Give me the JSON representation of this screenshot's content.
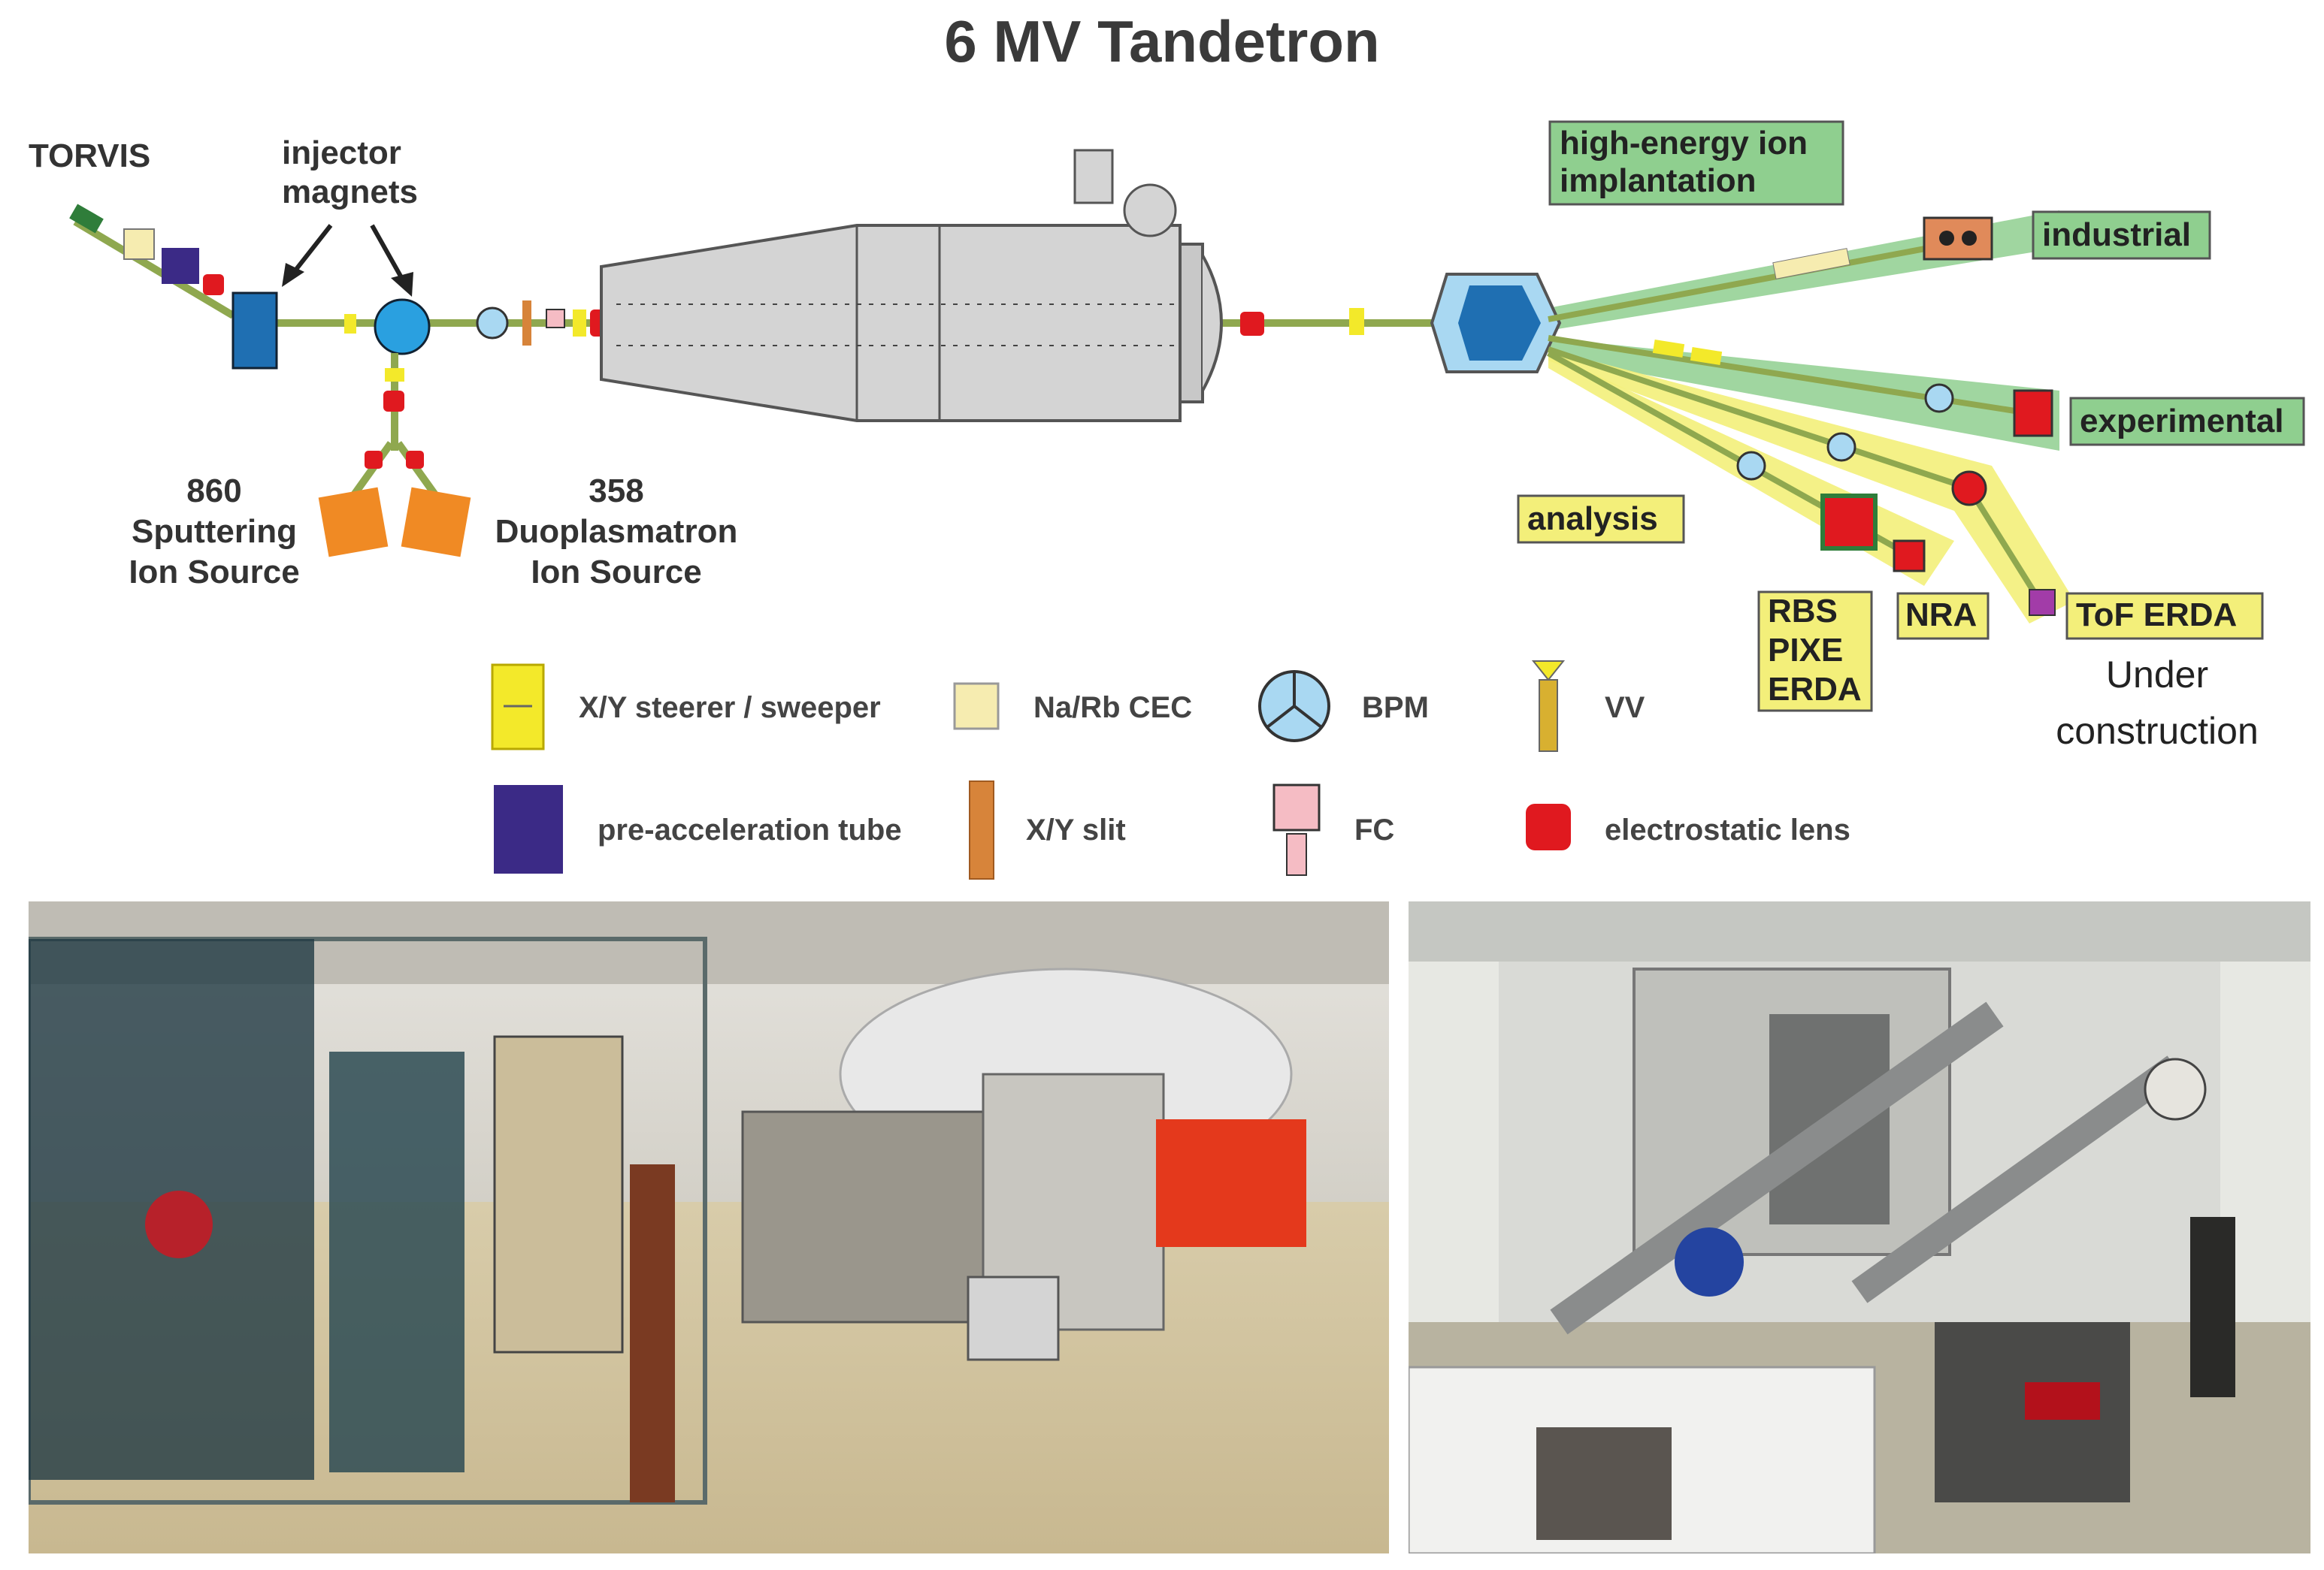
{
  "title": "6 MV Tandetron",
  "labels": {
    "torvis": "TORVIS",
    "injector_1": "injector",
    "injector_2": "magnets",
    "src860_num": "860",
    "src860_1": "Sputtering",
    "src860_2": "Ion Source",
    "src358_num": "358",
    "src358_1": "Duoplasmatron",
    "src358_2": "Ion Source"
  },
  "beamlines": {
    "high_energy_1": "high-energy ion",
    "high_energy_2": "implantation",
    "industrial": "industrial",
    "experimental": "experimental",
    "analysis": "analysis",
    "rbs": "RBS",
    "pixe": "PIXE",
    "erda": "ERDA",
    "nra": "NRA",
    "tof_erda": "ToF ERDA",
    "under_1": "Under",
    "under_2": "construction"
  },
  "legend": {
    "steerer": "X/Y steerer / sweeper",
    "cec": "Na/Rb CEC",
    "bpm": "BPM",
    "vv": "VV",
    "preacc": "pre-acceleration tube",
    "slit": "X/Y slit",
    "fc": "FC",
    "lens": "electrostatic lens"
  },
  "colors": {
    "green_band": "#8fcf8f",
    "yellow_band": "#f3ef7a",
    "tank": "#d4d4d4",
    "magnet_blue": "#1f6fb2",
    "lens_red": "#e0191f",
    "source_orange": "#f08a24",
    "preacc_purple": "#3b2a86"
  }
}
